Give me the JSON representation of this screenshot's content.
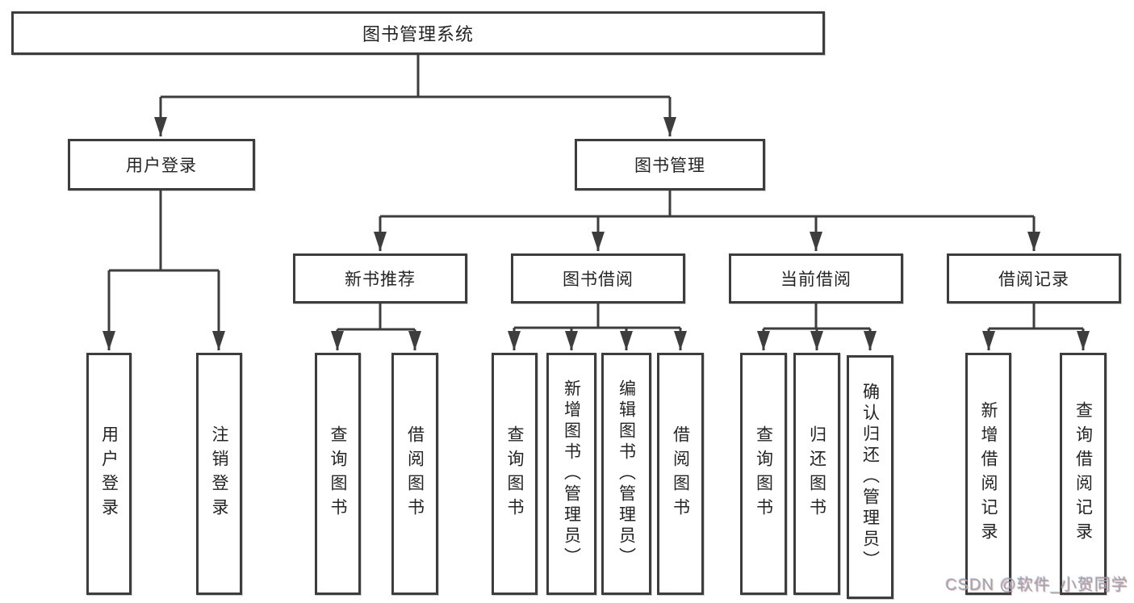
{
  "tree": {
    "root": {
      "label": "图书管理系统"
    },
    "branches": [
      {
        "label": "用户登录",
        "children": [
          {
            "label": "用户登录"
          },
          {
            "label": "注销登录"
          }
        ]
      },
      {
        "label": "图书管理",
        "children": [
          {
            "label": "新书推荐",
            "children": [
              {
                "label": "查询图书"
              },
              {
                "label": "借阅图书"
              }
            ]
          },
          {
            "label": "图书借阅",
            "children": [
              {
                "label": "查询图书"
              },
              {
                "label": "新增图书（管理员）"
              },
              {
                "label": "编辑图书（管理员）"
              },
              {
                "label": "借阅图书"
              }
            ]
          },
          {
            "label": "当前借阅",
            "children": [
              {
                "label": "查询图书"
              },
              {
                "label": "归还图书"
              },
              {
                "label": "确认归还（管理员）"
              }
            ]
          },
          {
            "label": "借阅记录",
            "children": [
              {
                "label": "新增借阅记录"
              },
              {
                "label": "查询借阅记录"
              }
            ]
          }
        ]
      }
    ]
  },
  "watermark": {
    "text": "CSDN @软件_小贺同学"
  },
  "colors": {
    "line": "#3d3d3d",
    "box_border": "#3d3d3d",
    "text": "#242424",
    "watermark": "#a3a3a3",
    "background": "#ffffff"
  }
}
